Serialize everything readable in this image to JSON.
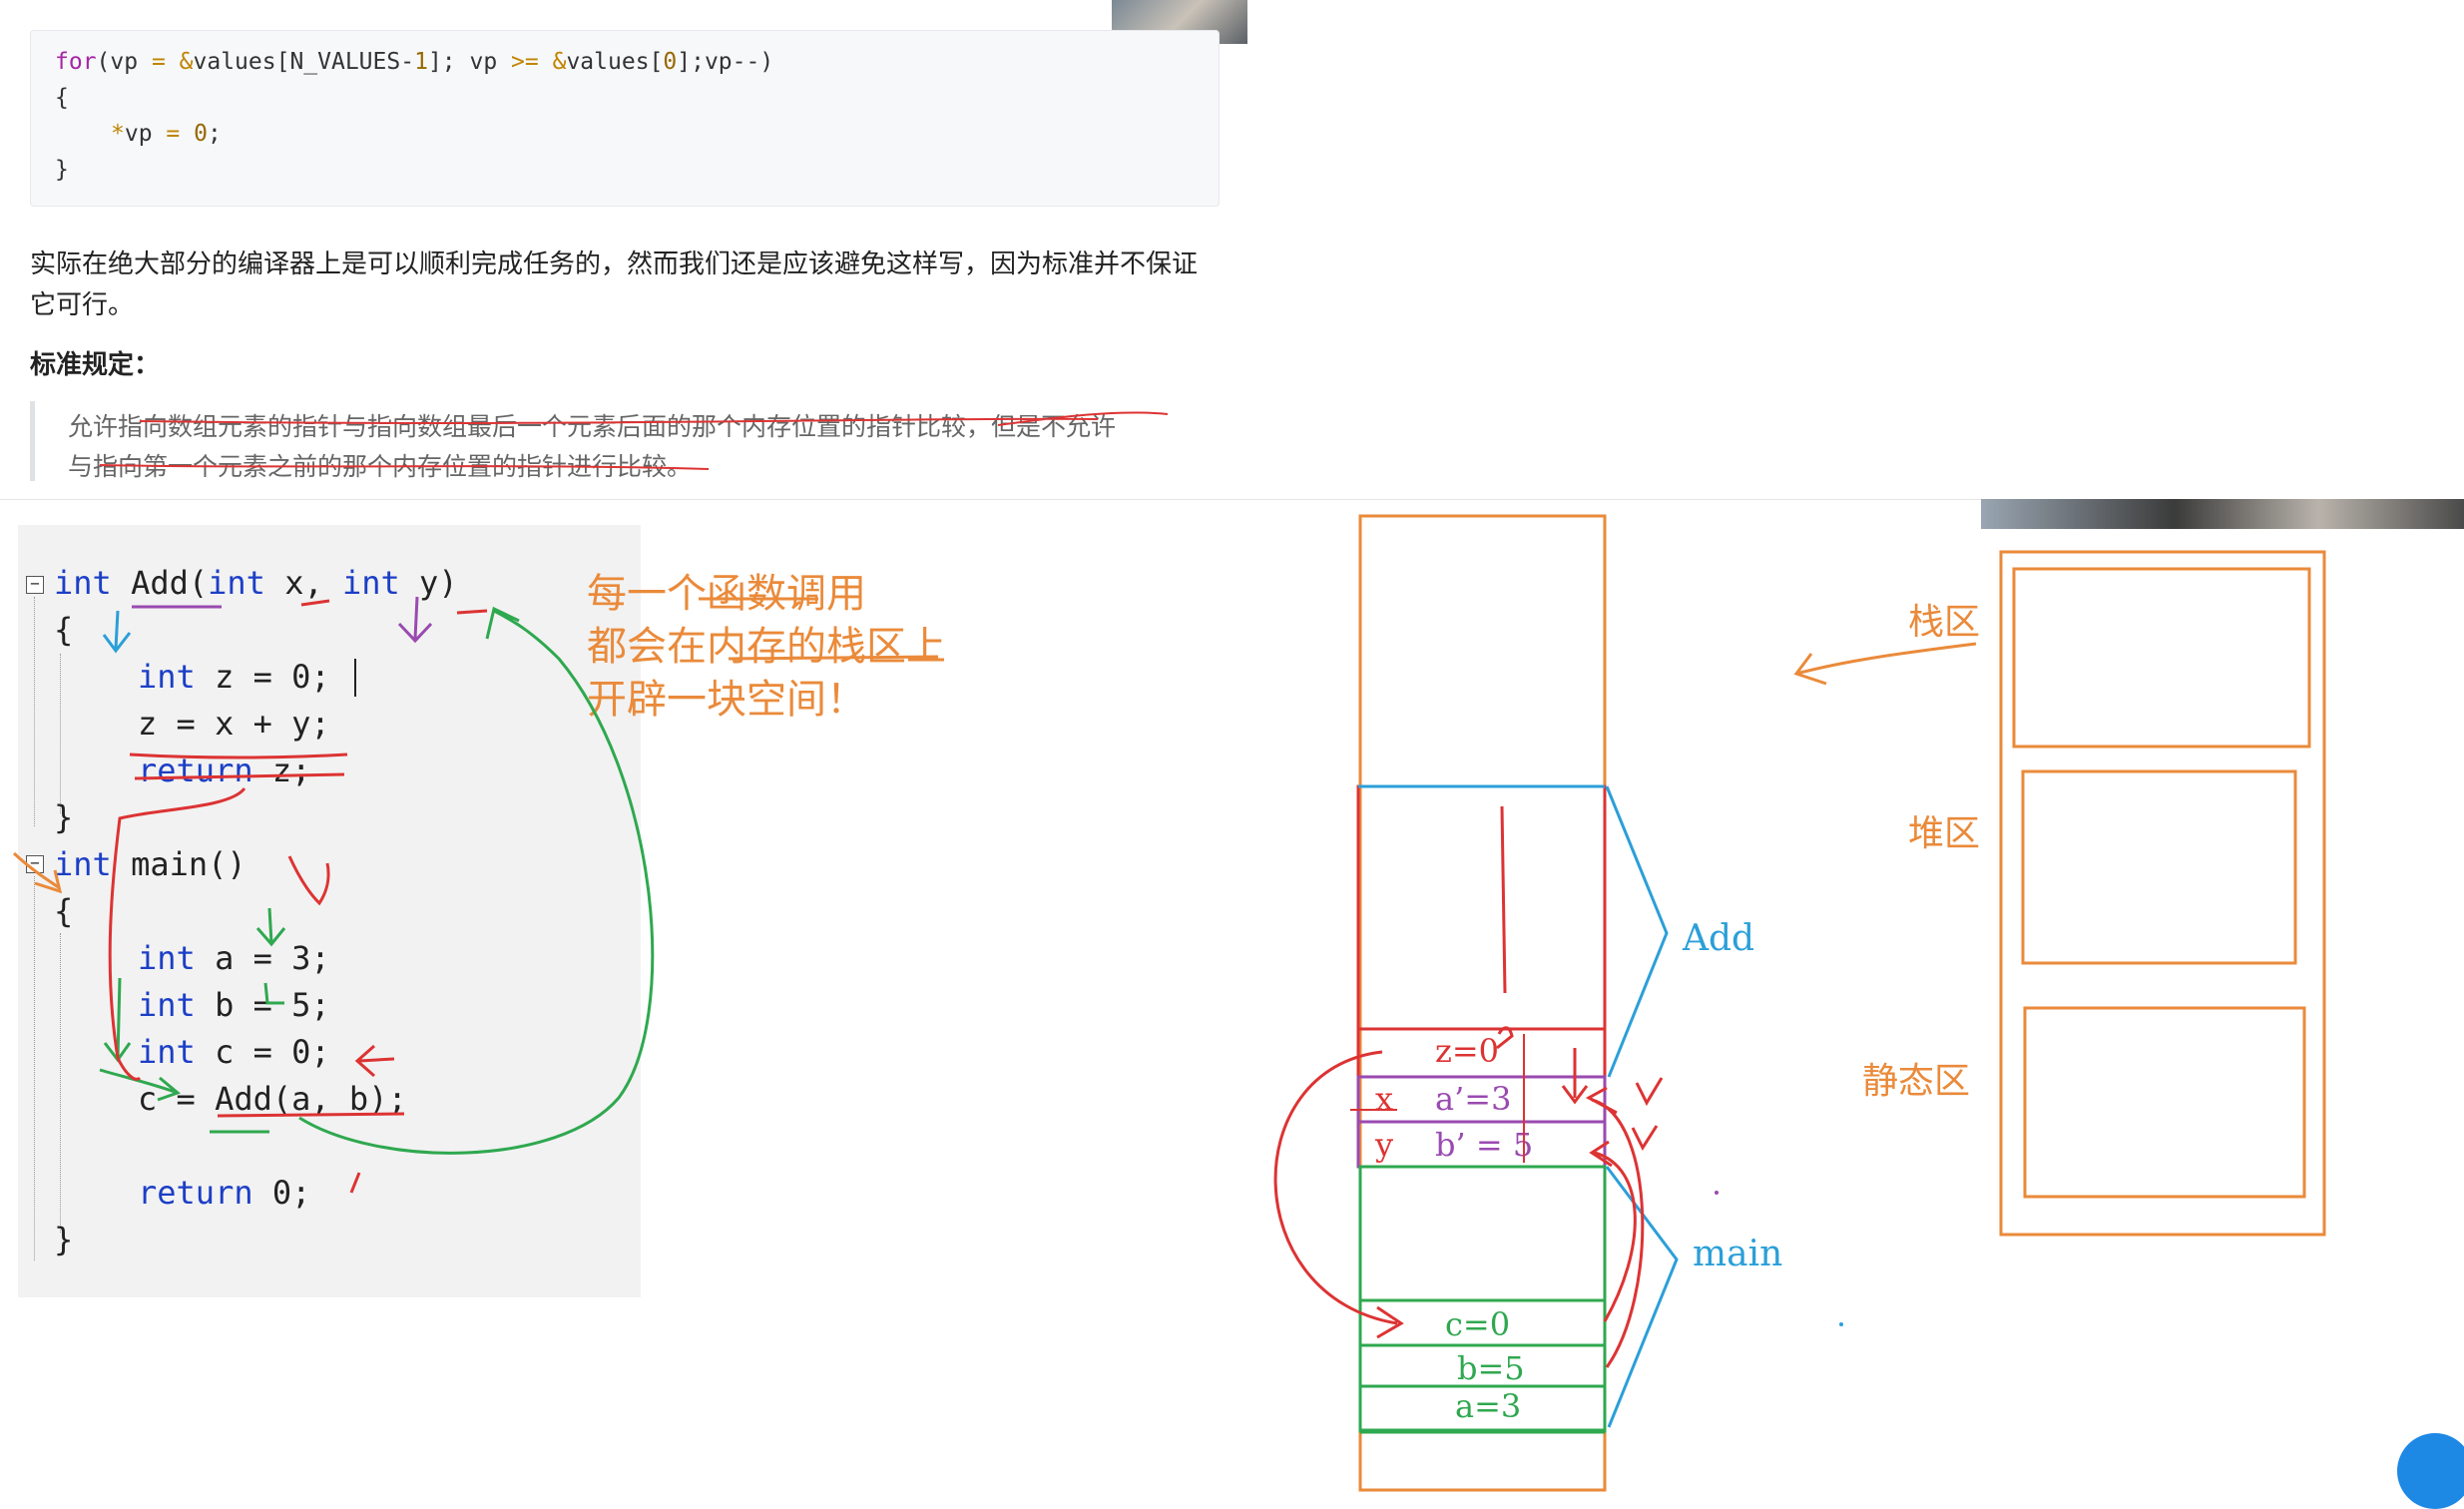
{
  "document": {
    "code": {
      "line1": {
        "kw": "for",
        "a": "(vp ",
        "op1": "=",
        "b": " ",
        "amp1": "&",
        "c": "values[N_VALUES-",
        "n1": "1",
        "d": "]; vp ",
        "op2": ">=",
        "e": " ",
        "amp2": "&",
        "f": "values[",
        "n2": "0",
        "g": "];vp--)"
      },
      "line2": "{",
      "line3": {
        "star": "*",
        "a": "vp ",
        "op": "=",
        "b": " ",
        "n": "0",
        "c": ";"
      },
      "line4": "}"
    },
    "paragraph_line1": "实际在绝大部分的编译器上是可以顺利完成任务的，然而我们还是应该避免这样写，因为标准并不保证",
    "paragraph_line2": "它可行。",
    "heading": "标准规定：",
    "quote_line1": "允许指向数组元素的指针与指向数组最后一个元素后面的那个内存位置的指针比较，但是不允许",
    "quote_line2": "与指向第一个元素之前的那个内存位置的指针进行比较。"
  },
  "ide": {
    "lines": [
      {
        "kw1": "int",
        "rest1": " Add(",
        "kw2": "int",
        "rest2": " x, ",
        "kw3": "int",
        "rest3": " y)"
      },
      {
        "text": "{"
      },
      {
        "kw": "int",
        "rest": " z = 0;"
      },
      {
        "text": "z = x + y;"
      },
      {
        "kw": "return",
        "rest": " z;"
      },
      {
        "text": "}"
      },
      {
        "kw": "int",
        "rest": " main()"
      },
      {
        "text": "{"
      },
      {
        "kw": "int",
        "rest": " a = 3;"
      },
      {
        "kw": "int",
        "rest": " b = 5;"
      },
      {
        "kw": "int",
        "rest": " c = 0;"
      },
      {
        "text": "c = Add(a, b);"
      },
      {
        "kw": "return",
        "rest": " 0;"
      },
      {
        "text": "}"
      }
    ],
    "fold_symbol": "−"
  },
  "annotations": {
    "note_line1": "每一个函数调用",
    "note_line2": "都会在内存的栈区上",
    "note_line3": "开辟一块空间！",
    "add_label": "Add",
    "main_label": "main",
    "stack_area": "栈区",
    "heap_area": "堆区",
    "static_area": "静态区"
  },
  "stack_cells": {
    "z": "z=0",
    "a_prime": "a’=3",
    "b_prime": "b’ = 5",
    "x_mark": "x",
    "y_mark": "y",
    "c": "c=0",
    "b": "b=5",
    "a": "a=3"
  },
  "colors": {
    "orange": "#ea8a3a",
    "red": "#dd3333",
    "blue": "#2b9fd8",
    "green": "#2fa84f",
    "purple": "#9a4ab0",
    "keyword": "#1c3fc6"
  }
}
